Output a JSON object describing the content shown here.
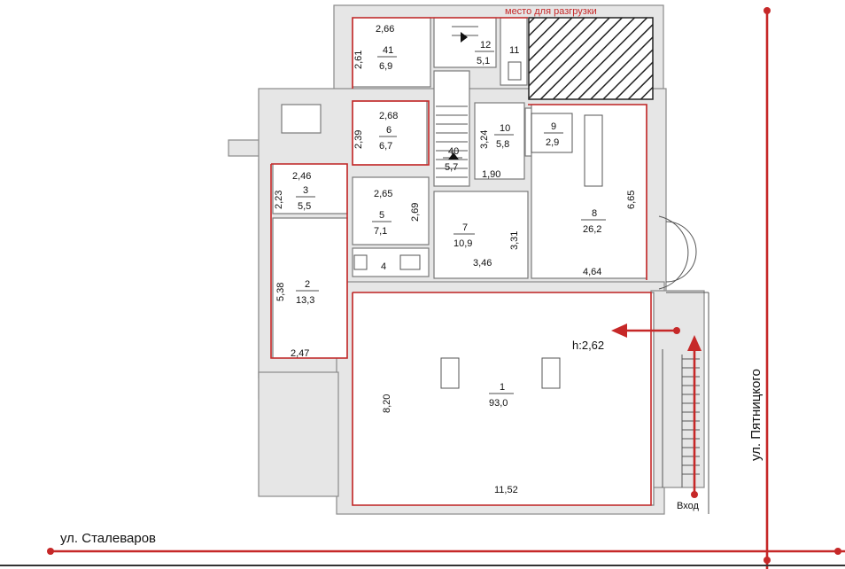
{
  "labels": {
    "unloading_place": "место для разгрузки",
    "street_bottom": "ул. Сталеваров",
    "street_right": "ул. Пятницкого",
    "entrance": "Вход",
    "ceiling_height": "h:2,62"
  },
  "rooms": [
    {
      "id": "41",
      "area": "6,9",
      "top": "2,66",
      "side": "2,61"
    },
    {
      "id": "12",
      "area": "5,1"
    },
    {
      "id": "11"
    },
    {
      "id": "6",
      "area": "6,7",
      "top": "2,68",
      "side": "2,39"
    },
    {
      "id": "10",
      "area": "5,8",
      "side": "3,24"
    },
    {
      "id": "9",
      "area": "2,9"
    },
    {
      "id": "40",
      "area": "5,7"
    },
    {
      "id": "3",
      "area": "5,5",
      "top": "2,46",
      "side": "2,23"
    },
    {
      "id": "5",
      "area": "7,1",
      "top": "2,65",
      "side": "2,69"
    },
    {
      "id": "7",
      "area": "10,9",
      "side": "3,31",
      "bottom": "3,46",
      "top": "1,90"
    },
    {
      "id": "8",
      "area": "26,2",
      "side": "6,65",
      "bottom": "4,64"
    },
    {
      "id": "4"
    },
    {
      "id": "2",
      "area": "13,3",
      "side": "5,38",
      "bottom": "2,47"
    },
    {
      "id": "1",
      "area": "93,0",
      "side": "8,20",
      "bottom": "11,52"
    }
  ],
  "colors": {
    "accent": "#c62828",
    "wall": "#e6e6e6",
    "line": "#7a7a7a"
  }
}
